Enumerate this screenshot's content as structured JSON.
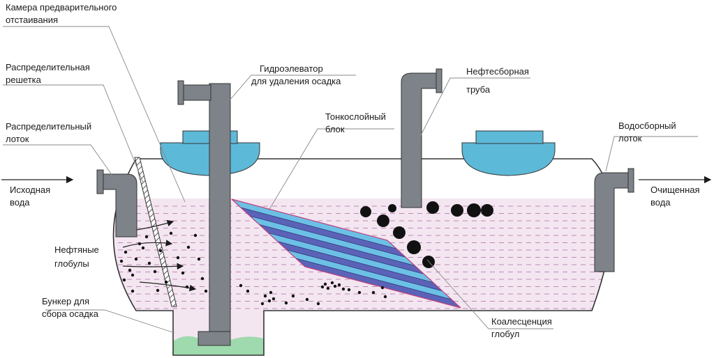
{
  "labels": {
    "chamber_l1": "Камера предварительного",
    "chamber_l2": "отстаивания",
    "grate_l1": "Распределительная",
    "grate_l2": "решетка",
    "tray_l1": "Распределительный",
    "tray_l2": "лоток",
    "inlet_l1": "Исходная",
    "inlet_l2": "вода",
    "oil_l1": "Нефтяные",
    "oil_l2": "глобулы",
    "bunker_l1": "Бункер для",
    "bunker_l2": "сбора осадка",
    "elevator_l1": "Гидроэлеватор",
    "elevator_l2": "для удаления осадка",
    "block_l1": "Тонкослойный",
    "block_l2": "блок",
    "oilpipe_l1": "Нефтесборная",
    "oilpipe_l2": "труба",
    "coalescence_l1": "Коалесценция",
    "coalescence_l2": "глобул",
    "collector_l1": "Водосборный",
    "collector_l2": "лоток",
    "outlet_l1": "Очищенная",
    "outlet_l2": "вода"
  },
  "colors": {
    "water": "#f3e6f1",
    "pipe": "#7d8389",
    "hatch": "#5db9d8",
    "lamella_dark": "#5b63b8",
    "lamella_light": "#6cc0e6",
    "sediment": "#9fd9ae",
    "outline": "#333333"
  }
}
